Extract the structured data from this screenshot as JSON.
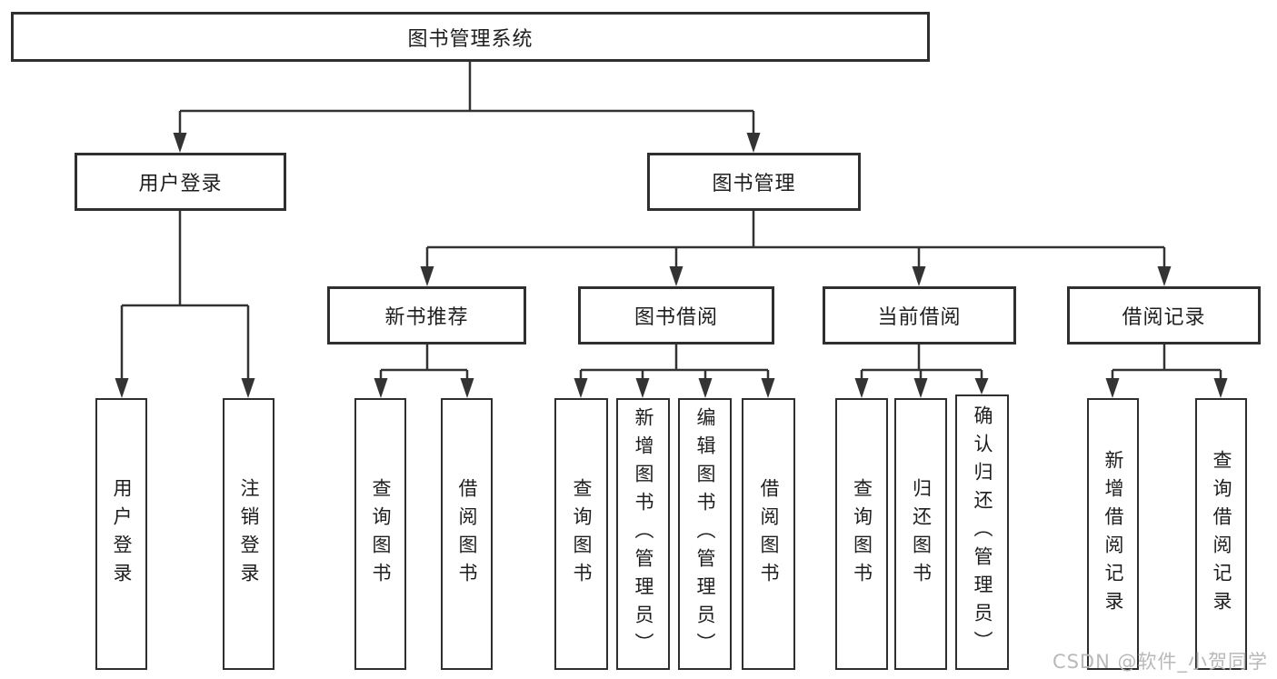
{
  "diagram": {
    "root": {
      "label": "图书管理系统"
    },
    "level2": [
      {
        "label": "用户登录"
      },
      {
        "label": "图书管理"
      }
    ],
    "level3": [
      {
        "label": "新书推荐"
      },
      {
        "label": "图书借阅"
      },
      {
        "label": "当前借阅"
      },
      {
        "label": "借阅记录"
      }
    ],
    "leaves": {
      "login": [
        "用户登录",
        "注销登录"
      ],
      "recommend": [
        "查询图书",
        "借阅图书"
      ],
      "borrow": [
        "查询图书",
        "新增图书（管理员）",
        "编辑图书（管理员）",
        "借阅图书"
      ],
      "current": [
        "查询图书",
        "归还图书",
        "确认归还（管理员）"
      ],
      "records": [
        "新增借阅记录",
        "查询借阅记录"
      ]
    }
  },
  "watermark": {
    "text": "CSDN @软件_小贺同学"
  },
  "colors": {
    "line": "#333333",
    "border": "#2f2f2f",
    "text": "#1e1e1e",
    "background": "#ffffff",
    "watermark": "#b9b9b9"
  }
}
